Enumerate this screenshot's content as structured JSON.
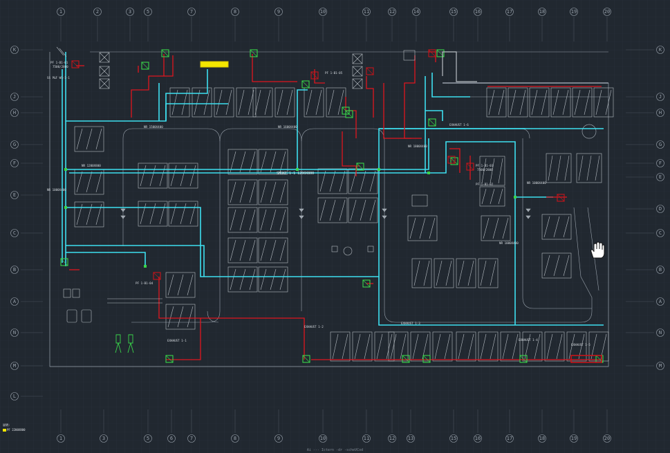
{
  "drawing": {
    "colors": {
      "background": "#212830",
      "grid": "#2a323b",
      "structure": "#9aa3ad",
      "duct_main": "#3ee0f0",
      "duct_branch": "#e0161f",
      "equipment": "#39d64a",
      "equipment_red": "#c8141a",
      "highlight": "#f4e600"
    },
    "top_axes": [
      "1",
      "2",
      "3",
      "5",
      "7",
      "8",
      "9",
      "10",
      "11",
      "12",
      "14",
      "15",
      "16",
      "17",
      "18",
      "19",
      "20"
    ],
    "bottom_axes": [
      "1",
      "3",
      "5",
      "6",
      "7",
      "8",
      "9",
      "10",
      "11",
      "12",
      "13",
      "15",
      "16",
      "17",
      "18",
      "19",
      "20"
    ],
    "left_rows": [
      "K",
      "J",
      "H",
      "G",
      "F",
      "E",
      "C",
      "B",
      "A",
      "N",
      "M",
      "L"
    ],
    "right_rows": [
      "K",
      "J",
      "H",
      "G",
      "F",
      "E",
      "D",
      "C",
      "B",
      "A",
      "N",
      "M"
    ]
  },
  "labels": {
    "ahu_top": "PF 1-B1-01",
    "ahu_top_spec": "7500/2800",
    "duct_top_1": "SS P&F WS-1-1",
    "duct_mid_1": "NR 1500X400",
    "duct_mid_2": "NR 1600X400",
    "duct_mid_3": "NR 1200X800",
    "duct_mid_4": "NR 1000X400",
    "duct_mid_5": "NR 1800X400",
    "duct_right_1": "NR 1000X400",
    "duct_right_2": "NR 1000X400",
    "fan_right": "PF 1-B1-03",
    "fan_right_spec": "7500/2800",
    "fan_right_2": "PF 1-B1-02",
    "fan_left": "PF 1-B1-04",
    "fan_bot": "PF 1-B1-05",
    "exhaust_1": "EXHAUST 1-1",
    "exhaust_2": "EXHAUST 1-2",
    "exhaust_3": "EXHAUST 1-3",
    "exhaust_4": "EXHAUST 1-4",
    "exhaust_5": "EXHAUST 1-5",
    "exhaust_6": "EXHAUST 1-6",
    "center_note": "SMOKE 1-1 1200X800",
    "legend_1": "说明:",
    "legend_2": "PF 2200X800"
  },
  "status_bar": "Ai  ---  Ictern  -dr  -scheVCod"
}
